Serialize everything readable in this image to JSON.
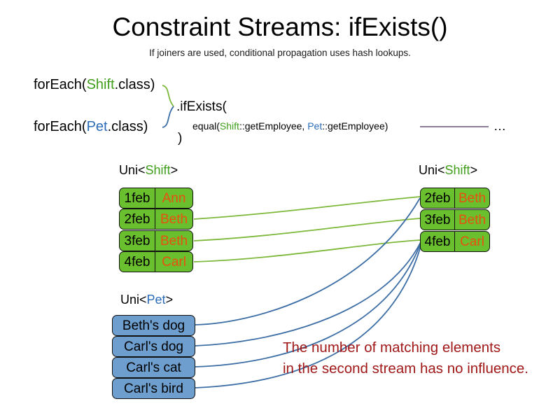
{
  "header": {
    "title": "Constraint Streams: ifExists()",
    "subtitle": "If joiners are used, conditional propagation uses hash lookups."
  },
  "code": {
    "line1_prefix": "forEach(",
    "line1_type": "Shift",
    "line1_suffix": ".class)",
    "line2_prefix": "forEach(",
    "line2_type": "Pet",
    "line2_suffix": ".class)",
    "method": ".ifExists(",
    "joiner_prefix": "equal(",
    "joiner_type_a": "Shift",
    "joiner_mid": "::getEmployee, ",
    "joiner_type_b": "Pet",
    "joiner_suffix": "::getEmployee)",
    "ellipsis": "…",
    "close_paren": ")"
  },
  "streams": {
    "left_shift_label_prefix": "Uni<",
    "left_shift_label_type": "Shift",
    "left_shift_label_suffix": ">",
    "right_shift_label_prefix": "Uni<",
    "right_shift_label_type": "Shift",
    "right_shift_label_suffix": ">",
    "pet_label_prefix": "Uni<",
    "pet_label_type": "Pet",
    "pet_label_suffix": ">",
    "left_shift_rows": [
      {
        "date": "1feb",
        "name": "Ann"
      },
      {
        "date": "2feb",
        "name": "Beth"
      },
      {
        "date": "3feb",
        "name": "Beth"
      },
      {
        "date": "4feb",
        "name": "Carl"
      }
    ],
    "right_shift_rows": [
      {
        "date": "2feb",
        "name": "Beth"
      },
      {
        "date": "3feb",
        "name": "Beth"
      },
      {
        "date": "4feb",
        "name": "Carl"
      }
    ],
    "pet_rows": [
      {
        "label": "Beth's dog"
      },
      {
        "label": "Carl's dog"
      },
      {
        "label": "Carl's cat"
      },
      {
        "label": "Carl's bird"
      }
    ]
  },
  "annotation": {
    "line1": "The number of matching elements",
    "line2": "in the second stream has no influence."
  },
  "colors": {
    "shift_green": "#6ABF2E",
    "shift_keyword_green": "#3f9e1b",
    "pet_blue": "#6D9ECE",
    "pet_keyword_blue": "#2b6cb8",
    "name_orange": "#E8500F",
    "annotation_red": "#A01818",
    "wire_green": "#7DB83A",
    "wire_blue": "#3C6EA5",
    "joiner_line": "#7a6a8a"
  }
}
